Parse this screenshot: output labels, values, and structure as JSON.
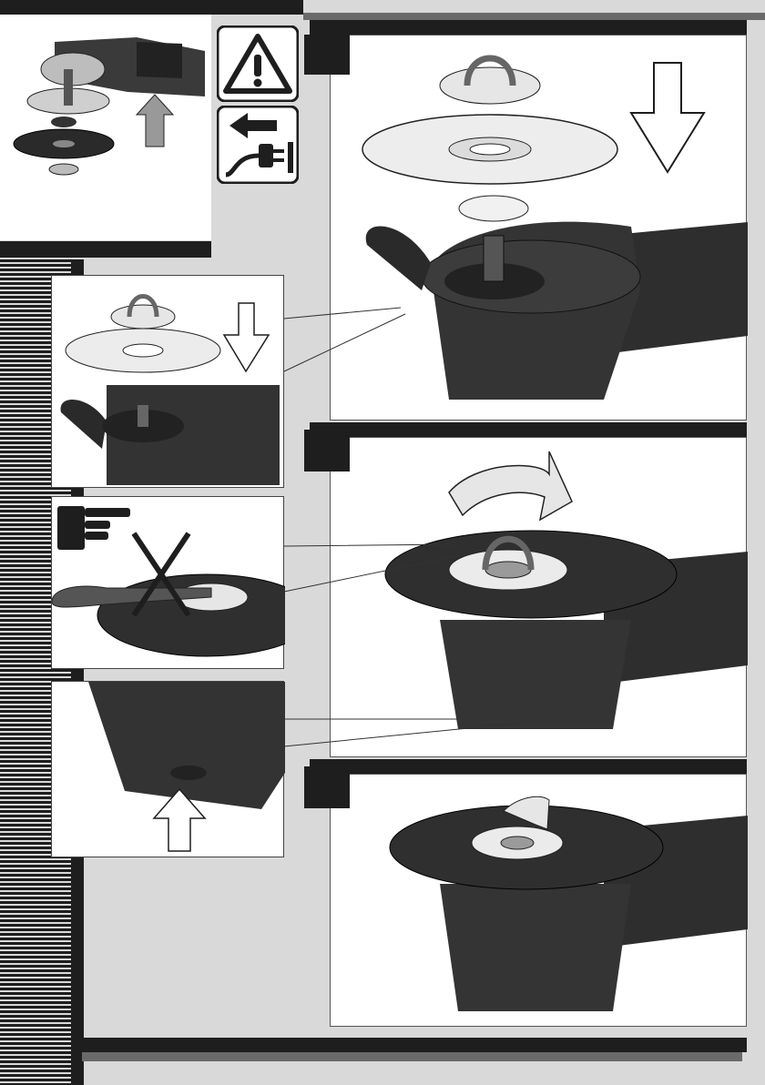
{
  "page": {
    "background": "#d9d9d9",
    "accent_dark": "#1e1e1e",
    "accent_grey": "#6a6a6a"
  },
  "figures": {
    "step_1": {
      "number": "",
      "icon": "angle-grinder-wheel-assembly"
    },
    "step_2": {
      "number": "",
      "icon": "angle-grinder-tighten-flange"
    },
    "step_3": {
      "number": "",
      "icon": "angle-grinder-spindle-lock"
    }
  },
  "icons": {
    "warning": "warning-triangle-icon",
    "unplug": "unplug-power-icon",
    "pointing_hand": "pointing-hand-icon"
  }
}
